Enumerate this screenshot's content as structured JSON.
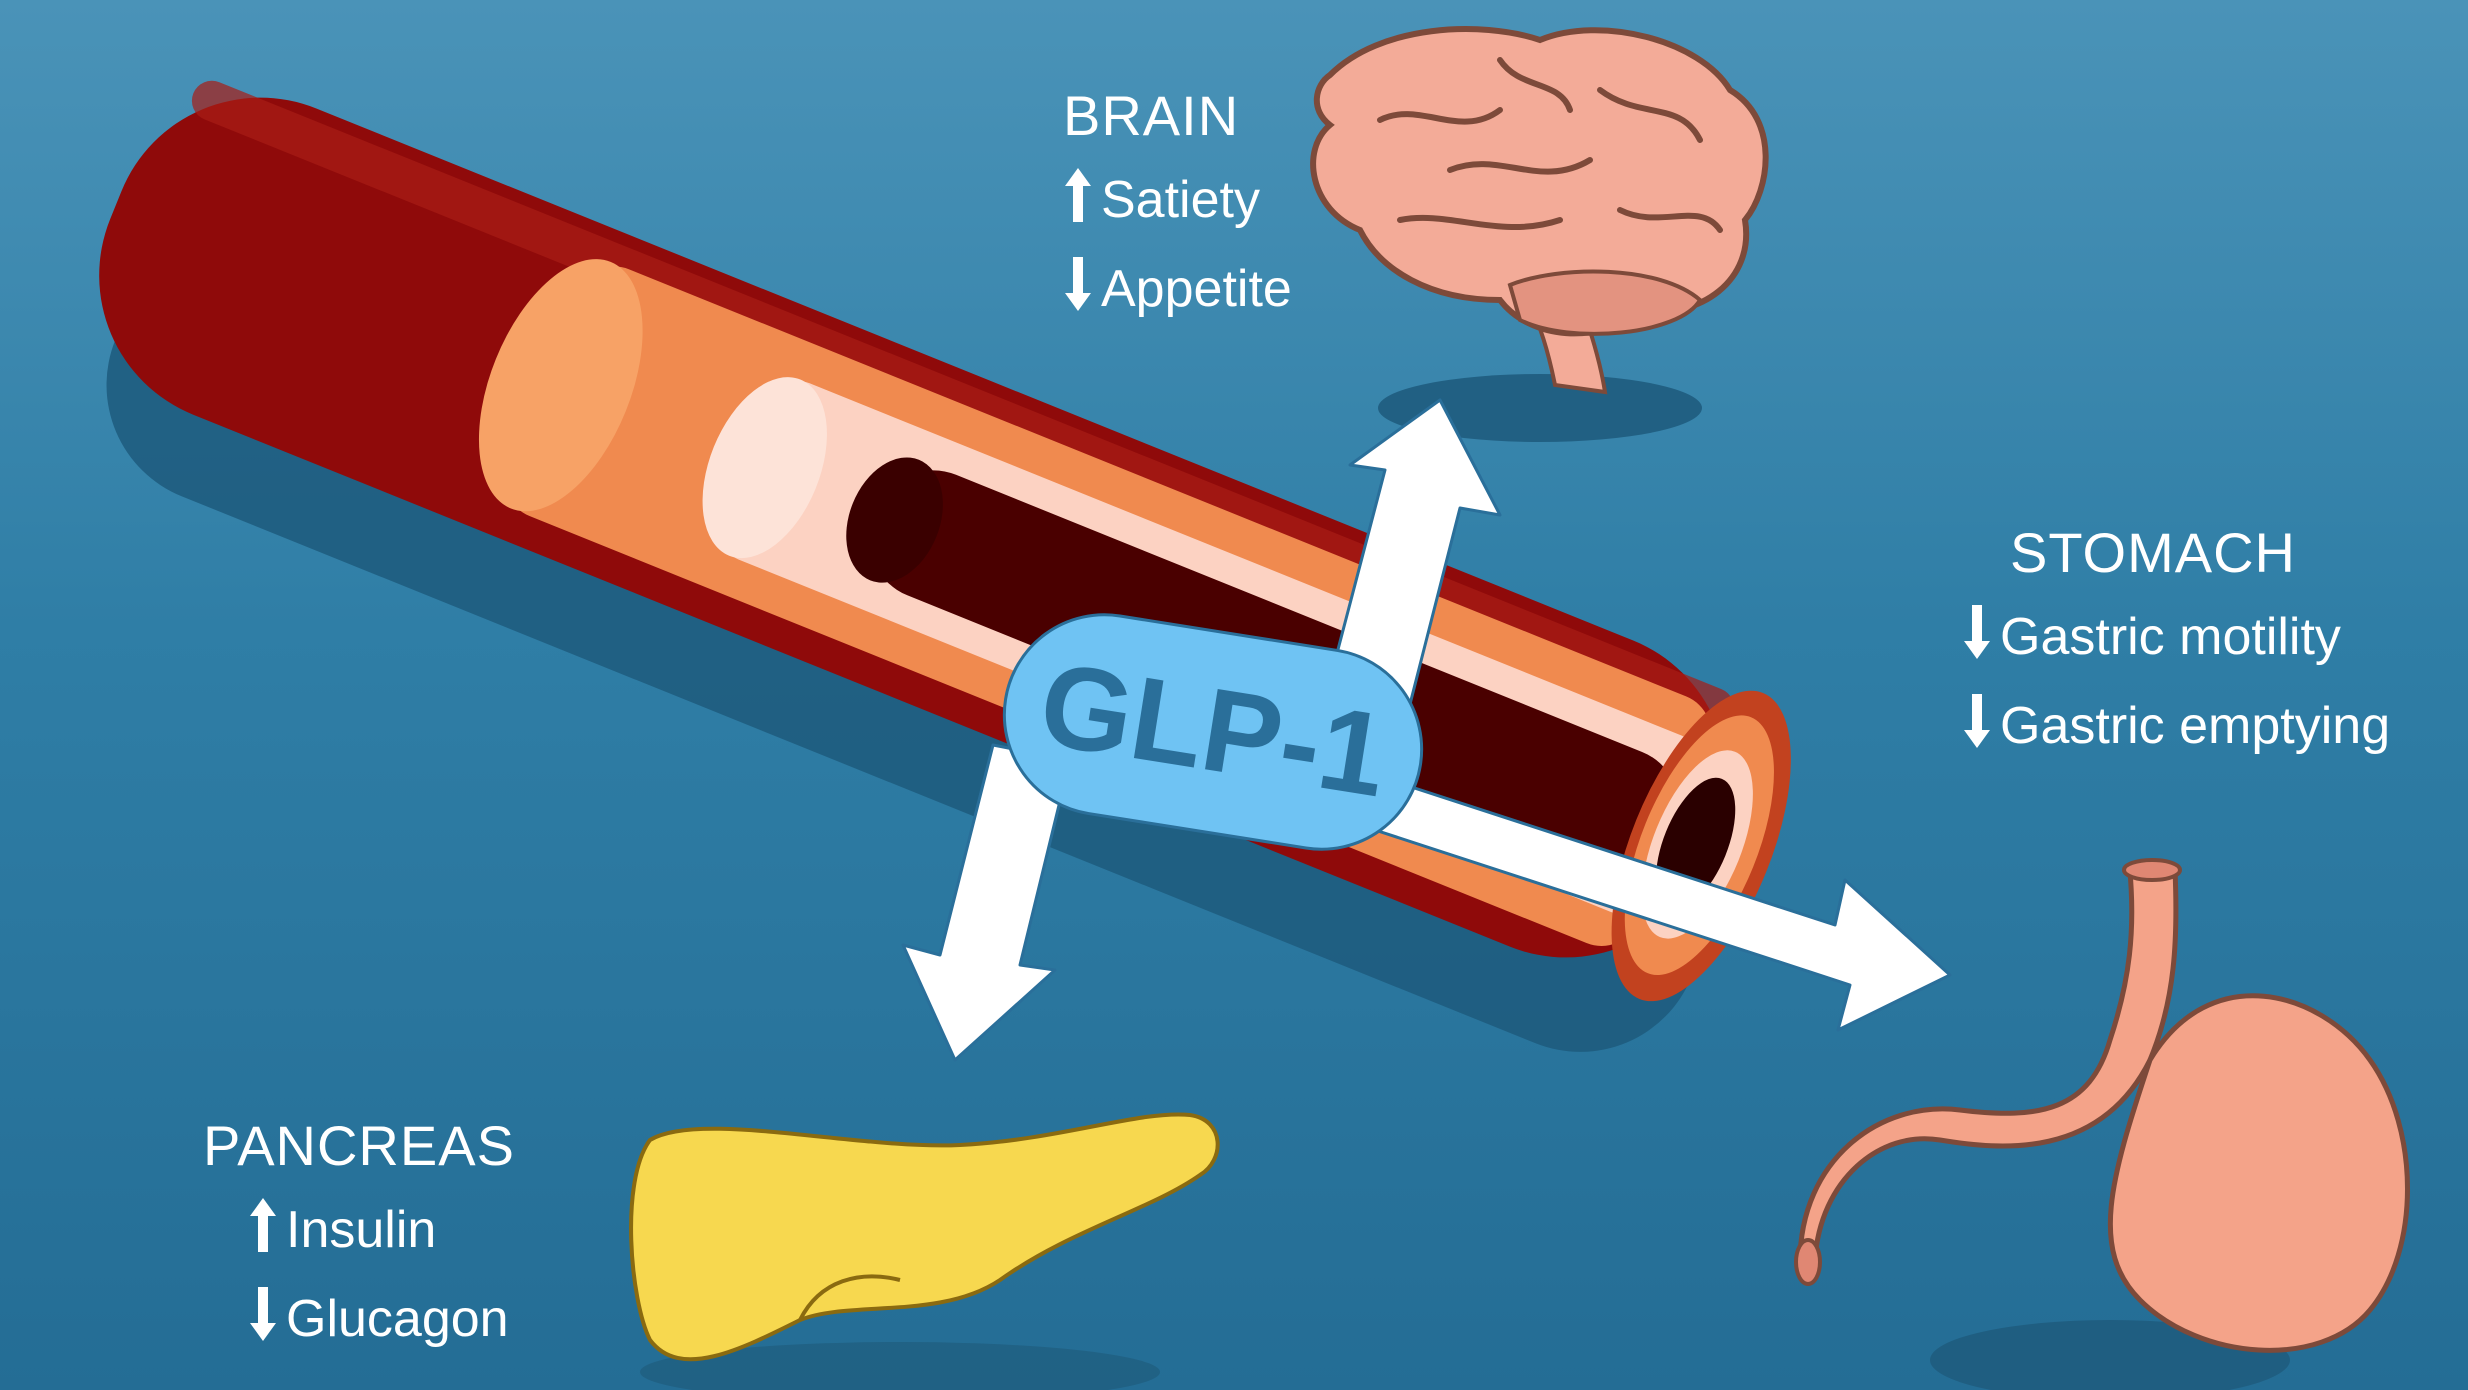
{
  "hormone": {
    "label": "GLP-1"
  },
  "brain": {
    "title": "BRAIN",
    "effects": [
      {
        "direction": "up",
        "label": "Satiety"
      },
      {
        "direction": "down",
        "label": "Appetite"
      }
    ]
  },
  "stomach": {
    "title": "STOMACH",
    "effects": [
      {
        "direction": "down",
        "label": "Gastric motility"
      },
      {
        "direction": "down",
        "label": "Gastric emptying"
      }
    ]
  },
  "pancreas": {
    "title": "PANCREAS",
    "effects": [
      {
        "direction": "up",
        "label": "Insulin"
      },
      {
        "direction": "down",
        "label": "Glucagon"
      }
    ]
  },
  "colors": {
    "background": "#2f7ea6",
    "vessel_outer": "#8f0a0a",
    "vessel_mid": "#f08a4f",
    "vessel_inner": "#fcd2c2",
    "lumen": "#4a0000",
    "glp_pill": "#6fc3f3",
    "glp_text": "#2a6f9a",
    "brain": "#f3ab98",
    "stomach": "#f4a389",
    "pancreas": "#f7d84f",
    "arrow": "#ffffff"
  },
  "icons": [
    "up-arrow-icon",
    "down-arrow-icon",
    "brain-icon",
    "stomach-icon",
    "pancreas-icon",
    "blood-vessel-icon"
  ]
}
